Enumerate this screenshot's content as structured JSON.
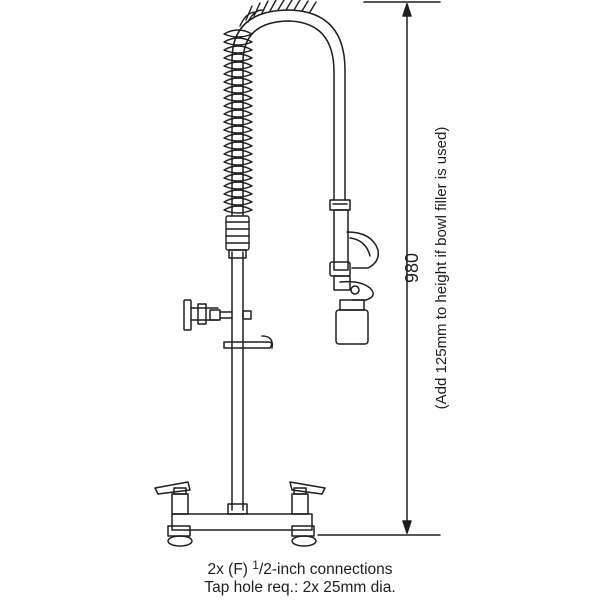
{
  "dimension": {
    "height_value": "980",
    "note": "(Add 125mm to height if bowl filler is used)"
  },
  "connections_note": {
    "prefix": "2x (F) ",
    "fraction_numerator": "1",
    "fraction_rest": "/2-inch connections"
  },
  "tap_hole_note": "Tap hole req.: 2x 25mm dia.",
  "colors": {
    "line": "#1e1e1e",
    "background": "#ffffff"
  }
}
